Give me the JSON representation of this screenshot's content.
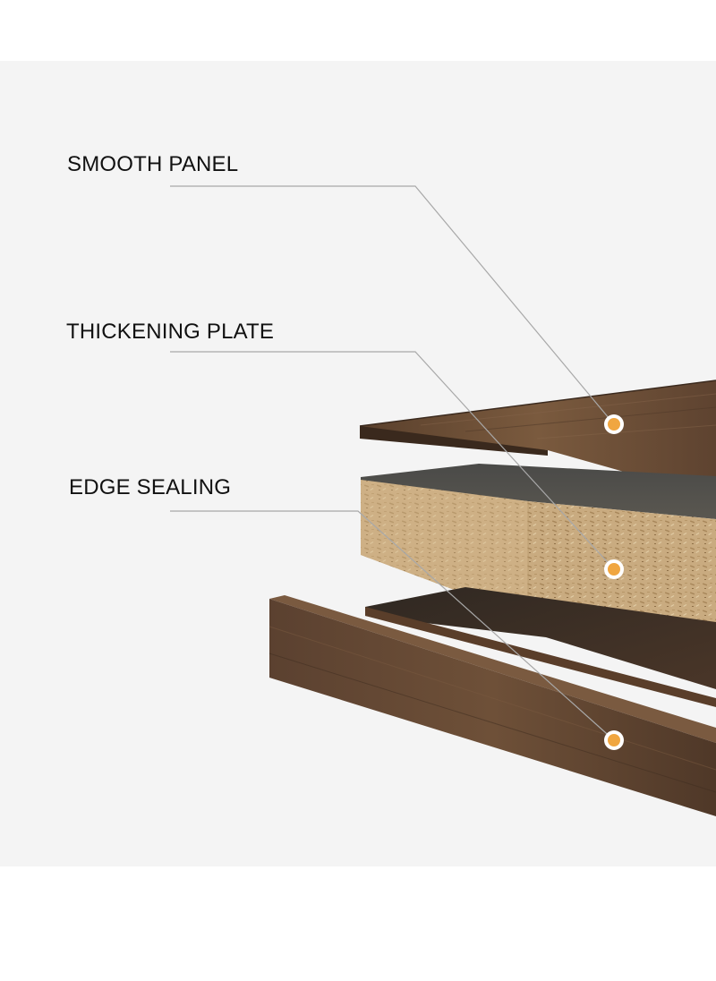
{
  "labels": {
    "smooth_panel": "SMOOTH PANEL",
    "thickening_plate": "THICKENING PLATE",
    "edge_sealing": "EDGE SEALING"
  },
  "colors": {
    "background_panel": "#f4f4f4",
    "wood_dark": "#4a3424",
    "wood_mid": "#6b4e36",
    "particle_board": "#c9ab80",
    "marker_fill": "#f0a640",
    "marker_ring": "#ffffff",
    "leader_line": "#a8a8a8"
  }
}
